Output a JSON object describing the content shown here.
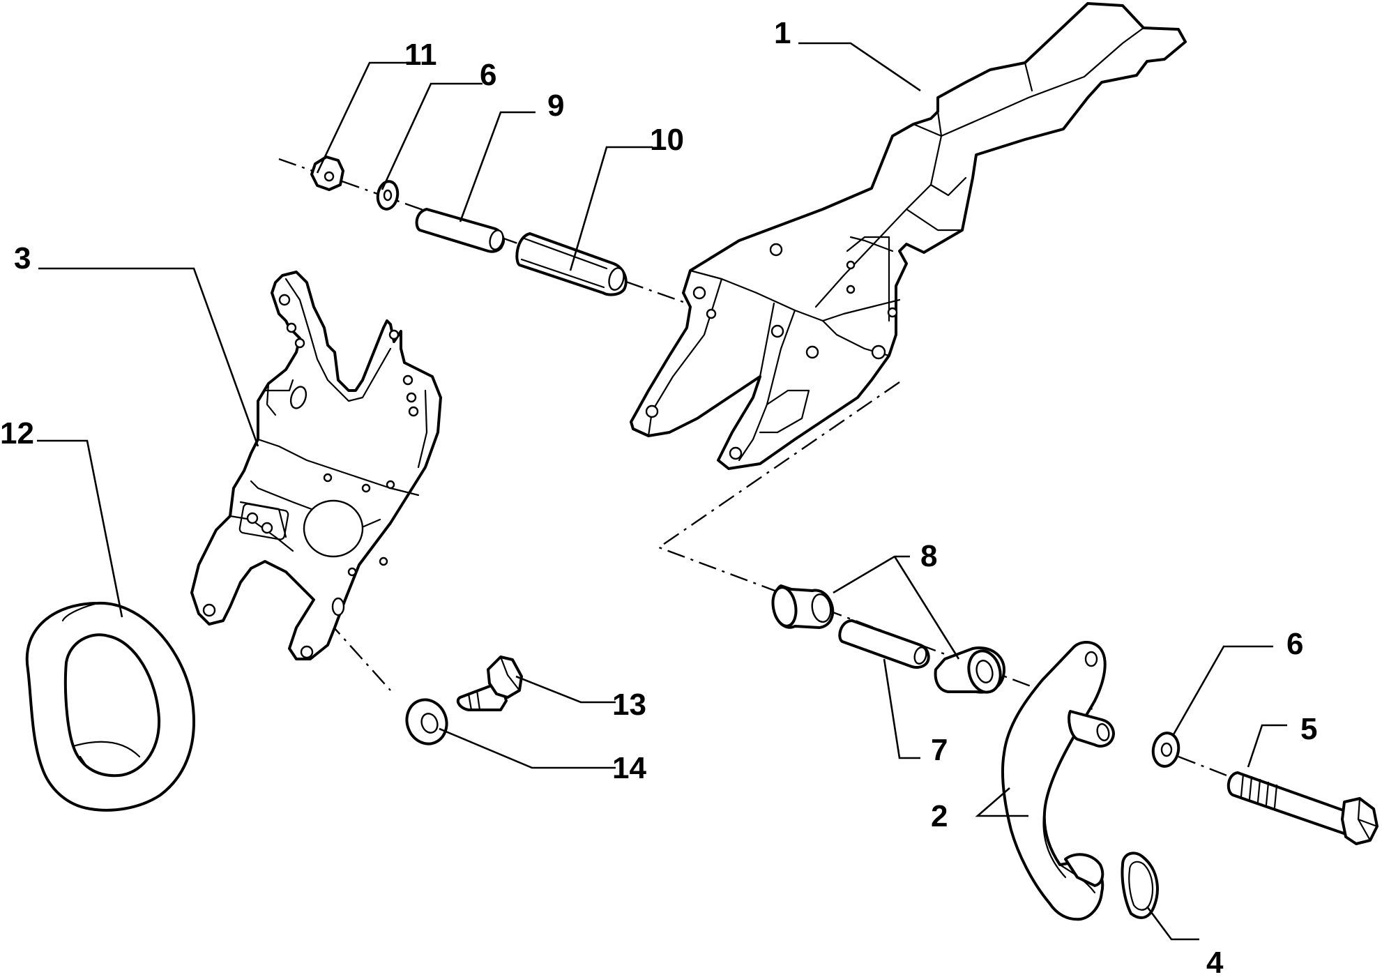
{
  "diagram": {
    "type": "exploded-parts-view",
    "callouts": [
      {
        "id": "c1",
        "text": "1"
      },
      {
        "id": "c2",
        "text": "2"
      },
      {
        "id": "c3",
        "text": "3"
      },
      {
        "id": "c4",
        "text": "4"
      },
      {
        "id": "c5",
        "text": "5"
      },
      {
        "id": "c6a",
        "text": "6"
      },
      {
        "id": "c6b",
        "text": "6"
      },
      {
        "id": "c7",
        "text": "7"
      },
      {
        "id": "c8",
        "text": "8"
      },
      {
        "id": "c9",
        "text": "9"
      },
      {
        "id": "c10",
        "text": "10"
      },
      {
        "id": "c11",
        "text": "11"
      },
      {
        "id": "c12",
        "text": "12"
      },
      {
        "id": "c13",
        "text": "13"
      },
      {
        "id": "c14",
        "text": "14"
      }
    ]
  }
}
